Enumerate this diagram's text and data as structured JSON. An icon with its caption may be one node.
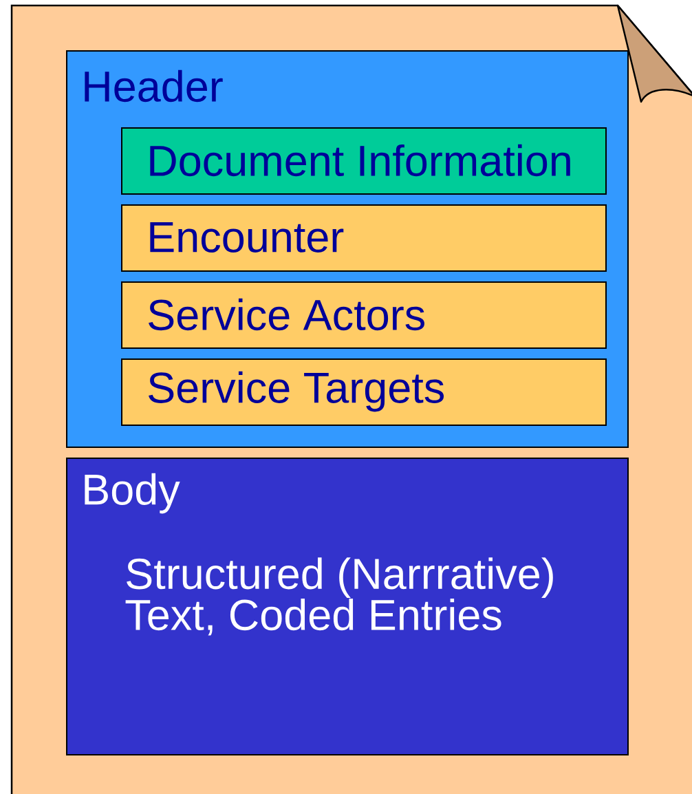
{
  "diagram": {
    "nodes": [
      {
        "text": [],
        "shape": "document"
      },
      {
        "text": [
          "Header"
        ],
        "in": 0
      },
      {
        "text": [
          "Document Information"
        ],
        "in": 1
      },
      {
        "text": [
          "Encounter"
        ],
        "in": 1
      },
      {
        "text": [
          "Service Actors"
        ],
        "in": 1
      },
      {
        "text": [
          "Service Targets"
        ],
        "in": 1
      },
      {
        "text": [
          "Body",
          "Structured (Narrrative) Text, Coded Entries"
        ],
        "in": 0
      }
    ]
  }
}
